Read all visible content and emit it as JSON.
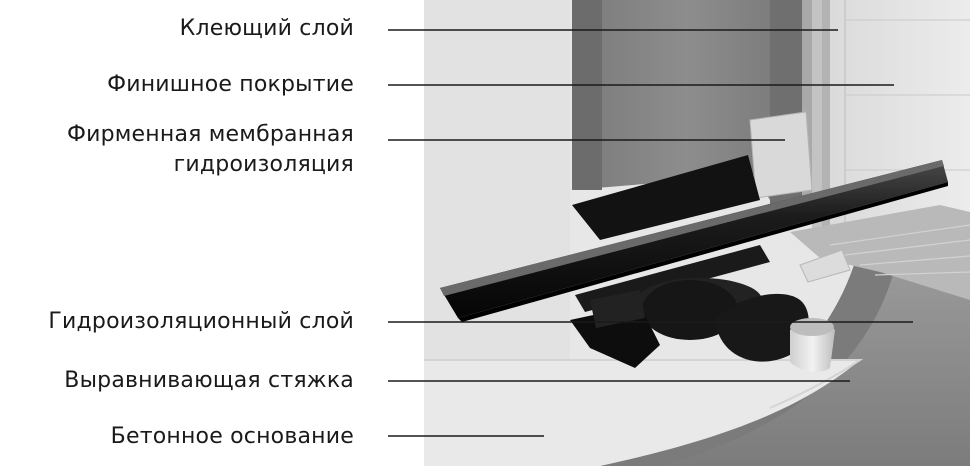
{
  "labels": {
    "adhesive_layer": "Клеющий слой",
    "finish_coating": "Финишное покрытие",
    "membrane_line1": "Фирменная мембранная",
    "membrane_line2": "гидроизоляция",
    "waterproof_layer": "Гидроизоляционный слой",
    "leveling_screed": "Выравнивающая стяжка",
    "concrete_base": "Бетонное основание"
  },
  "colors": {
    "wall_light": "#e6e6e6",
    "wall_mid": "#cfcfcf",
    "wall_dark": "#9a9a9a",
    "floor_light": "#e4e4e4",
    "screed": "#a7a7a7",
    "waterproof_band": "#7f7f7f",
    "drain_black": "#161616",
    "line": "#1a1a1a"
  }
}
